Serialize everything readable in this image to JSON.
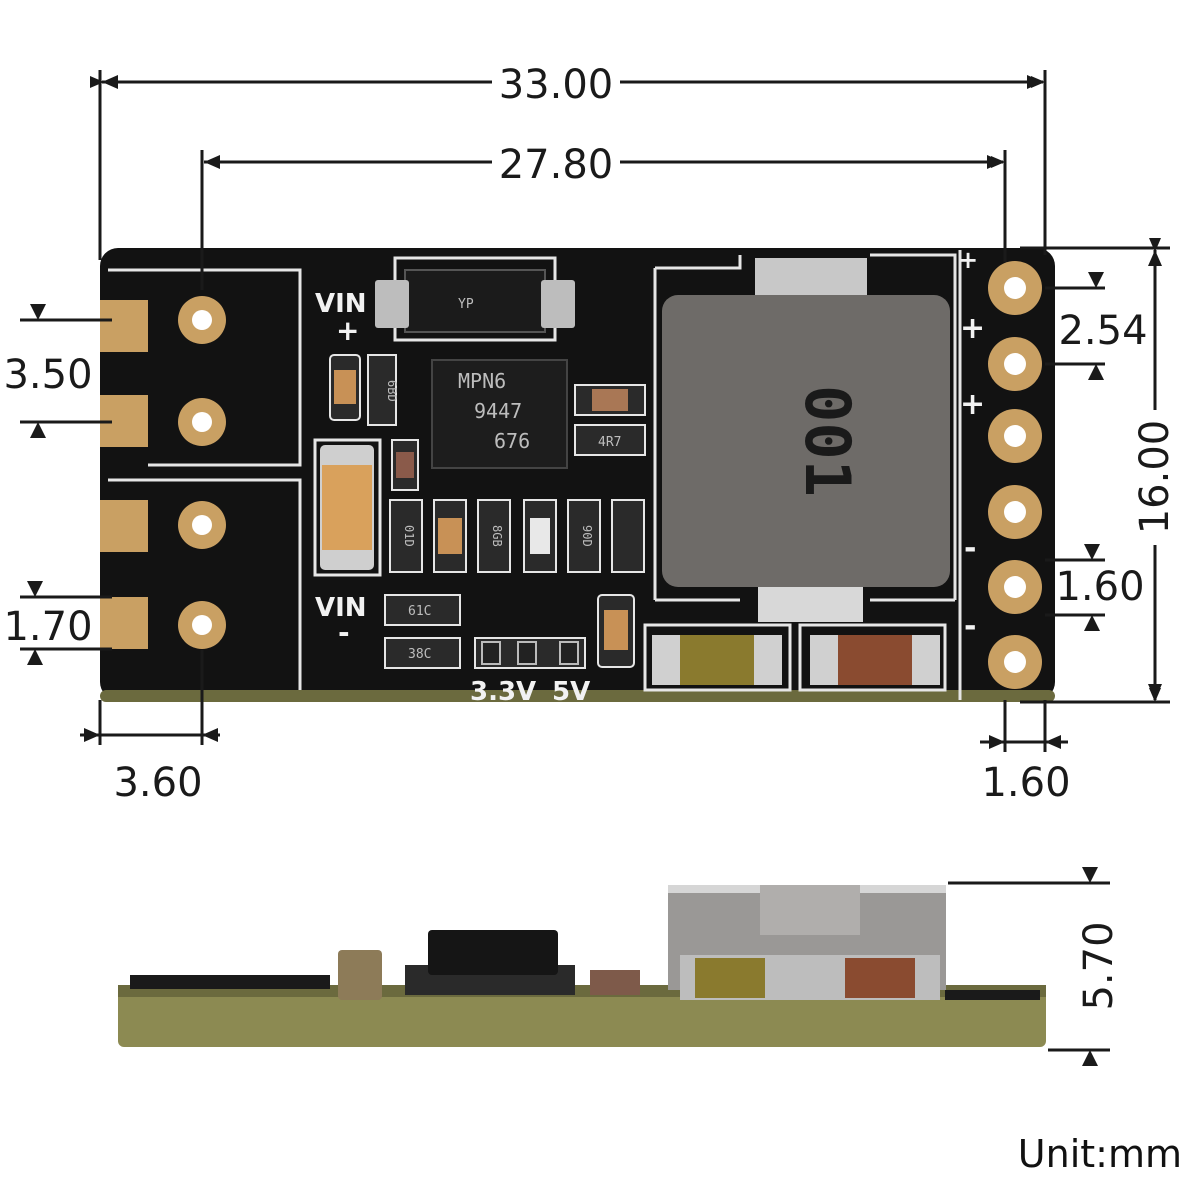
{
  "dimensions": {
    "overall_width": "33.00",
    "hole_spacing_width": "27.80",
    "board_height": "16.00",
    "pin_pitch": "2.54",
    "pad_spacing_left": "3.50",
    "pad_width_left": "1.70",
    "left_offset": "3.60",
    "right_offset": "1.60",
    "right_hole_size": "1.60",
    "component_height": "5.70"
  },
  "silkscreen": {
    "vin": "VIN",
    "plus": "+",
    "minus": "-",
    "v33": "3.3V",
    "v5": "5V",
    "chip_line1": "MPN6",
    "chip_line2": "9447",
    "chip_line3": "676",
    "inductor": "001",
    "r1": "6BD",
    "r2": "4R7",
    "r3": "01D",
    "r4": "8GB",
    "r5": "90D",
    "r6": "61C",
    "r7": "38C",
    "diode": "YP"
  },
  "unit_label": "Unit:mm",
  "colors": {
    "pcb": "#111111",
    "pad_gold": "#c9a063",
    "silk": "#f0f0f0",
    "dimension": "#1a1a1a"
  }
}
